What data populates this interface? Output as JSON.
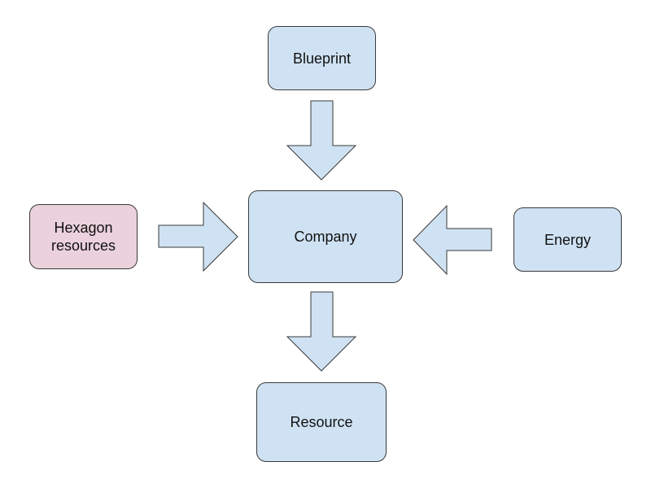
{
  "colors": {
    "node_fill": "#cfe2f3",
    "highlight_fill": "#ead1dc",
    "stroke": "#3a3a3a",
    "arrow_fill": "#cfe2f3"
  },
  "nodes": {
    "blueprint": {
      "label": "Blueprint"
    },
    "hexagon_resources": {
      "label": "Hexagon\nresources"
    },
    "company": {
      "label": "Company"
    },
    "energy": {
      "label": "Energy"
    },
    "resource": {
      "label": "Resource"
    }
  },
  "edges": [
    {
      "from": "Blueprint",
      "to": "Company"
    },
    {
      "from": "Hexagon resources",
      "to": "Company"
    },
    {
      "from": "Energy",
      "to": "Company"
    },
    {
      "from": "Company",
      "to": "Resource"
    }
  ]
}
